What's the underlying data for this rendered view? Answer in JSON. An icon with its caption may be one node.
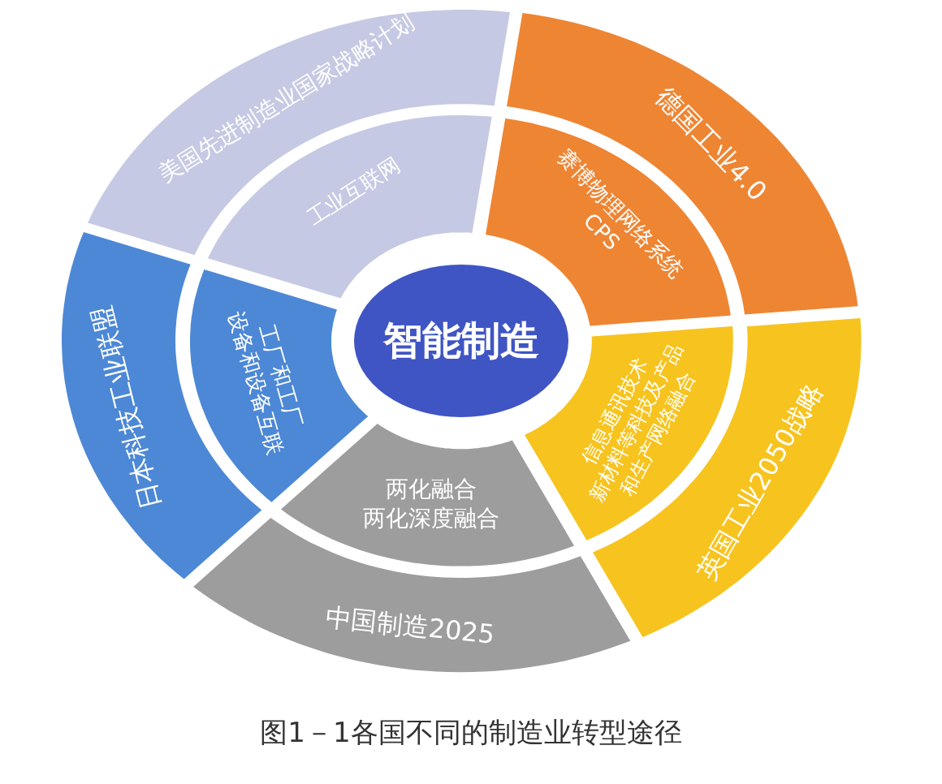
{
  "diagram": {
    "caption": "图1－1各国不同的制造业转型途径",
    "nodes": [
      {
        "text": [
          "智能制造"
        ]
      },
      {
        "text": [
          "美国先进制造业国家战略计划"
        ]
      },
      {
        "text": [
          "德国工业4.0"
        ]
      },
      {
        "text": [
          "英国工业2050战略"
        ]
      },
      {
        "text": [
          "中国制造2025"
        ]
      },
      {
        "text": [
          "日本科技工业联盟"
        ]
      },
      {
        "text": [
          "工业互联网"
        ]
      },
      {
        "text": [
          "赛博物理网络系统",
          "CPS"
        ]
      },
      {
        "text": [
          "信息通讯技术",
          "新材料等科技及产品和生产网络融合"
        ]
      },
      {
        "text": [
          "两化融合",
          "两化深度融合"
        ]
      },
      {
        "text": [
          "工厂和工厂",
          "设备和设备互联"
        ]
      }
    ],
    "edges": []
  }
}
